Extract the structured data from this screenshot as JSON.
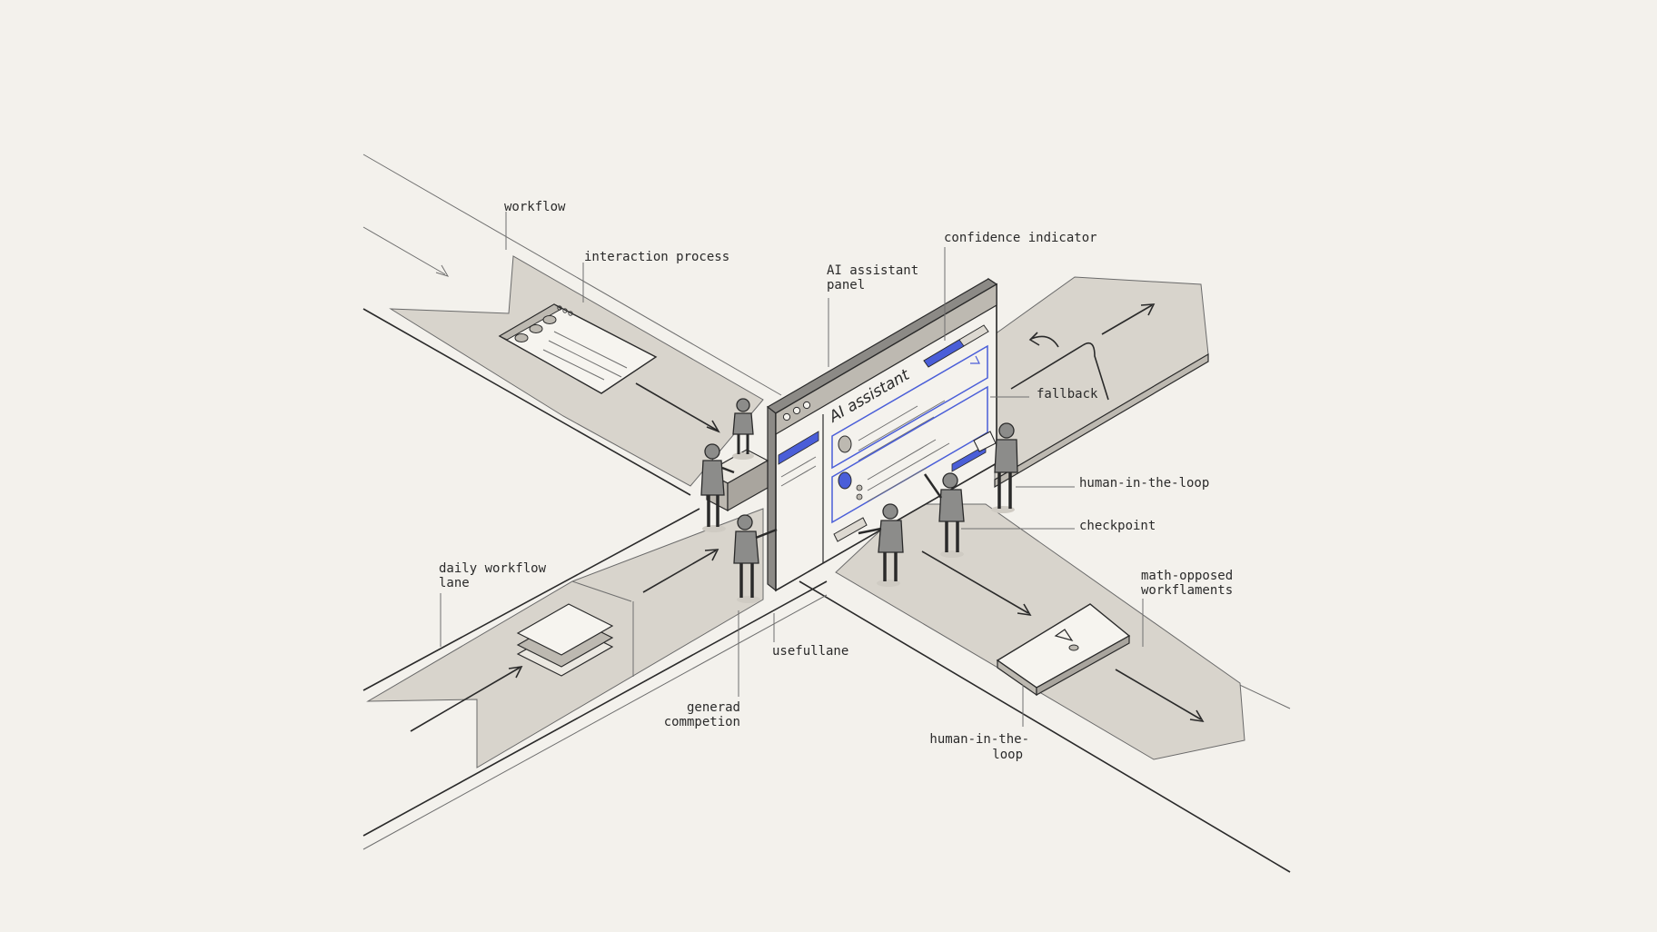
{
  "colors": {
    "background": "#f3f1ec",
    "lane": "#d8d4cc",
    "ink": "#2a2a2a",
    "accent": "#4a5ed8"
  },
  "panel": {
    "title": "AI assistant"
  },
  "labels": {
    "workflow": "workflow",
    "interaction_process": "interaction process",
    "ai_panel_1": "AI assistant",
    "ai_panel_2": "panel",
    "confidence": "confidence indicator",
    "fallback": "fallback",
    "human_loop_right": "human-in-the-loop",
    "checkpoint": "checkpoint",
    "math_1": "math-opposed",
    "math_2": "workflaments",
    "daily_1": "daily workflow",
    "daily_2": "lane",
    "usefullane": "usefullane",
    "generad_1": "generad",
    "generad_2": "commpetion",
    "human_loop_bottom_1": "human-in-the-",
    "human_loop_bottom_2": "loop"
  },
  "icons": [
    "arrow-icon",
    "browser-window-icon",
    "stacked-layers-icon",
    "warning-triangle-icon",
    "curved-arrow-icon"
  ]
}
